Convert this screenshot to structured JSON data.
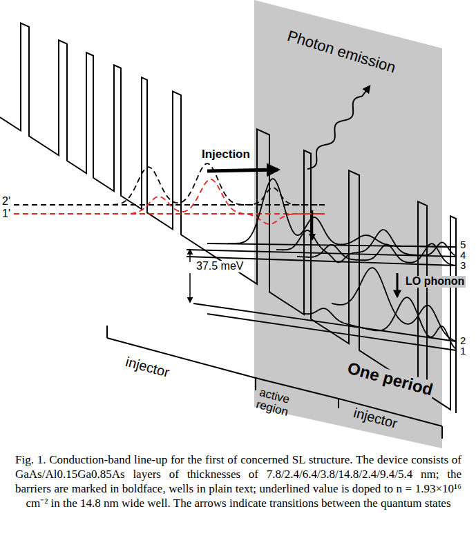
{
  "diagram": {
    "caption": "Fig. 1. Conduction-band line-up for the first of concerned SL structure. The device consists of GaAs/Al0.15Ga0.85As layers of thicknesses of 7.8/2.4/6.4/3.8/14.8/2.4/9.4/5.4 nm; the barriers are marked in boldface, wells in plain text; underlined value is doped to n = 1.93×10¹⁶ cm⁻² in the 14.8 nm wide well. The arrows indicate transitions between the quantum states",
    "labels": [
      "Photon emission",
      "Injection",
      "2'",
      "1'",
      "37.5 meV",
      "5",
      "4",
      "3",
      "LO phonon",
      "2",
      "1",
      "injector",
      "One period",
      "active region",
      "injector"
    ]
  }
}
